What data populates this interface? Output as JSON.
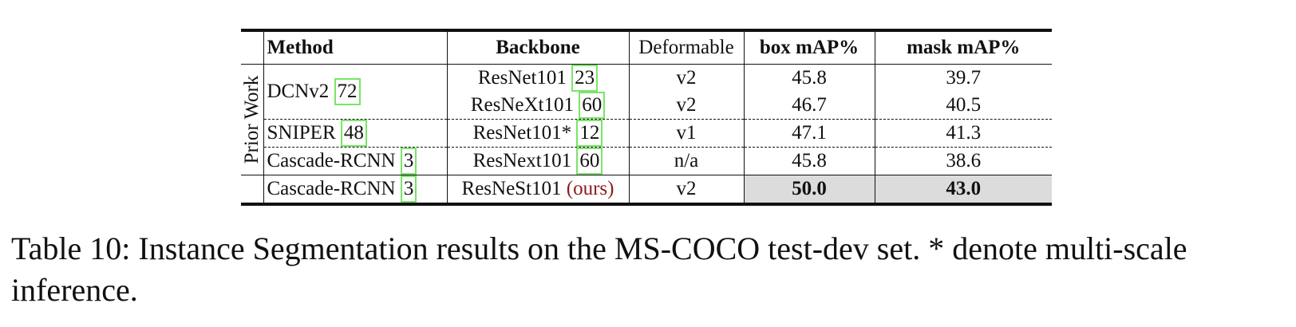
{
  "table": {
    "headers": [
      "Method",
      "Backbone",
      "Deformable",
      "box mAP%",
      "mask mAP%"
    ],
    "group_label": "Prior Work",
    "rows": [
      {
        "method": "DCNv2",
        "method_cite": "72",
        "backbone": "ResNet101",
        "backbone_cite": "23",
        "deformable": "v2",
        "box": "45.8",
        "mask": "39.7"
      },
      {
        "backbone": "ResNeXt101",
        "backbone_cite": "60",
        "deformable": "v2",
        "box": "46.7",
        "mask": "40.5"
      },
      {
        "method": "SNIPER",
        "method_cite": "48",
        "backbone": "ResNet101*",
        "backbone_cite": "12",
        "deformable": "v1",
        "box": "47.1",
        "mask": "41.3"
      },
      {
        "method": "Cascade-RCNN",
        "method_cite": "3",
        "backbone": "ResNext101",
        "backbone_cite": "60",
        "deformable": "n/a",
        "box": "45.8",
        "mask": "38.6"
      }
    ],
    "ours": {
      "method": "Cascade-RCNN",
      "method_cite": "3",
      "backbone": "ResNeSt101",
      "backbone_tag": "(ours)",
      "deformable": "v2",
      "box": "50.0",
      "mask": "43.0"
    }
  },
  "caption": "Table 10: Instance Segmentation results on the MS-COCO test-dev set. * denote multi-scale inference."
}
